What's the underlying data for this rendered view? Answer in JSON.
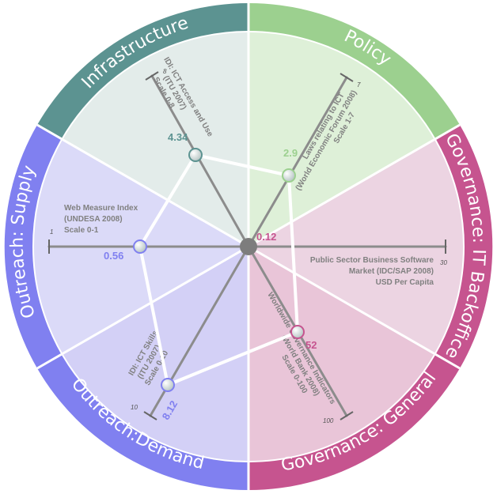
{
  "colors": {
    "infrastructure": "#5c9391",
    "policy": "#9cd08f",
    "governance": "#c6548f",
    "outreach": "#8080f0"
  },
  "segments": {
    "infrastructure": "Infrastructure",
    "policy": "Policy",
    "backoffice": "Governance: IT Backoffice",
    "general": "Governance: General",
    "demand": "Outreach:Demand",
    "supply": "Outreach: Supply"
  },
  "axes": {
    "idi_access": {
      "l1": "IDI: ICT Access and Use",
      "l2": "(ITU 2007)",
      "l3": "Scale 0-8",
      "max": "8",
      "value": "4.34"
    },
    "laws": {
      "l1": "Laws relating to ICT",
      "l2": "(World Economic Forum 2008)",
      "l3": "Scale 1-7",
      "max": "7",
      "value": "2.9"
    },
    "software": {
      "l1": "Public Sector Business Software",
      "l2": "Market (IDC/SAP 2008)",
      "l3": "USD Per Capita",
      "max": "30",
      "value": "0.12"
    },
    "wgi": {
      "l1": "Worldwide Governance Indicators",
      "l2": "(World Bank 2008)",
      "l3": "Scale 0-100",
      "max": "100",
      "value": "52"
    },
    "idi_skills": {
      "l1": "IDI: ICT Skills",
      "l2": "(ITU 2007)",
      "l3": "Scale 0-10",
      "max": "10",
      "value": "8.12"
    },
    "web": {
      "l1": "Web Measure Index",
      "l2": "(UNDESA 2008)",
      "l3": "Scale 0-1",
      "max": "1",
      "value": "0.56"
    }
  }
}
